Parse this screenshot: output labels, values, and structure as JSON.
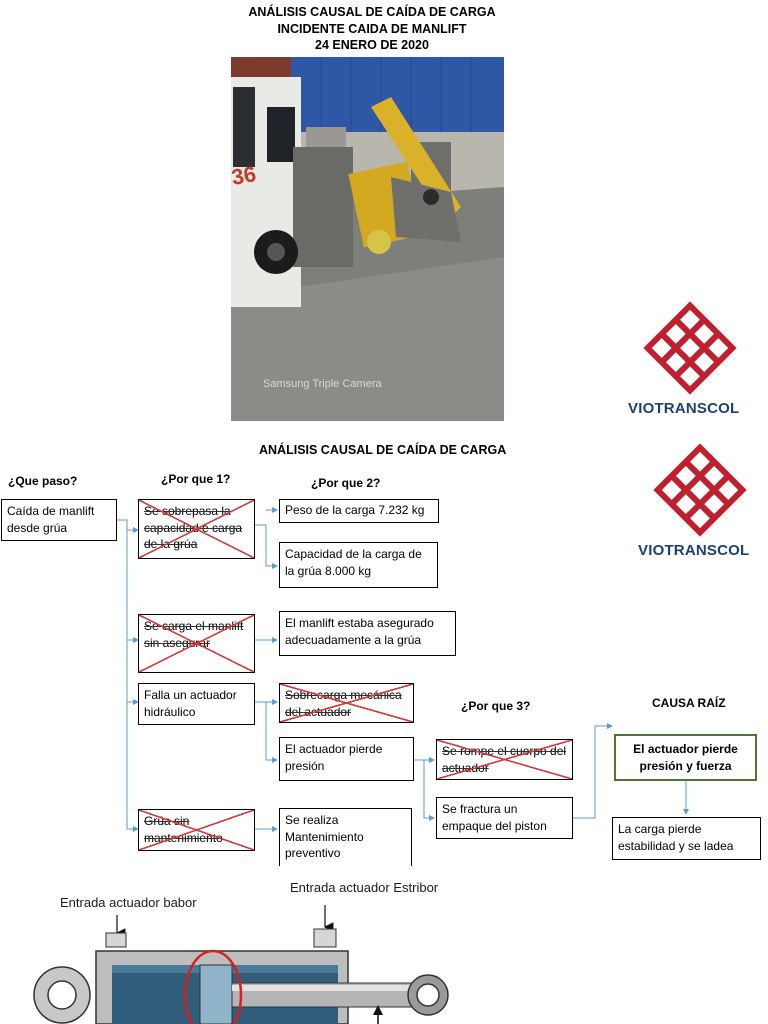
{
  "header": {
    "line1": "ANÁLISIS CAUSAL DE CAÍDA DE CARGA",
    "line2": "INCIDENTE CAIDA DE MANLIFT",
    "line3": "24 ENERO DE 2020"
  },
  "photo": {
    "watermark": "Samsung Triple Camera"
  },
  "logo": {
    "name": "VIOTRANSCOL",
    "color": "#c0202e"
  },
  "analysis": {
    "title": "ANÁLISIS CAUSAL DE CAÍDA DE CARGA",
    "columns": {
      "what": "¿Que paso?",
      "why1": "¿Por que 1?",
      "why2": "¿Por que 2?",
      "why3": "¿Por que 3?",
      "root": "CAUSA RAÍZ"
    },
    "event": "Caída de manlift desde grúa",
    "why1": [
      {
        "text": "Se sobrepasa la capacidad e carga de la grúa",
        "discarded": true
      },
      {
        "text": "Se carga el manlift sin asegurar",
        "discarded": true
      },
      {
        "text": "Falla un actuador hidráulico",
        "discarded": false
      },
      {
        "text": "Grúa sin mantenimiento",
        "discarded": true
      }
    ],
    "why2": [
      {
        "text": "Peso de la carga 7.232 kg",
        "discarded": false
      },
      {
        "text": "Capacidad de la carga de la grúa 8.000 kg",
        "discarded": false
      },
      {
        "text": "El manlift estaba asegurado adecuadamente a la grúa",
        "discarded": false
      },
      {
        "text": "Sobrecarga mecánica del actuador",
        "discarded": true
      },
      {
        "text": "El actuador pierde presión",
        "discarded": false
      },
      {
        "text": "Se realiza Mantenimiento preventivo",
        "discarded": false
      }
    ],
    "why3": [
      {
        "text": "Se rompe el cuerpo del actuador",
        "discarded": true
      },
      {
        "text": "Se fractura un empaque del piston",
        "discarded": false
      }
    ],
    "root_cause": "El actuador pierde presión y fuerza",
    "consequence": "La carga pierde estabilidad y se ladea"
  },
  "diagram": {
    "label_left": "Entrada actuador babor",
    "label_right": "Entrada actuador Estribor"
  },
  "colors": {
    "connector": "#5b9bd5",
    "cross": "#d63a3a",
    "root_border": "#4b7a2c"
  }
}
